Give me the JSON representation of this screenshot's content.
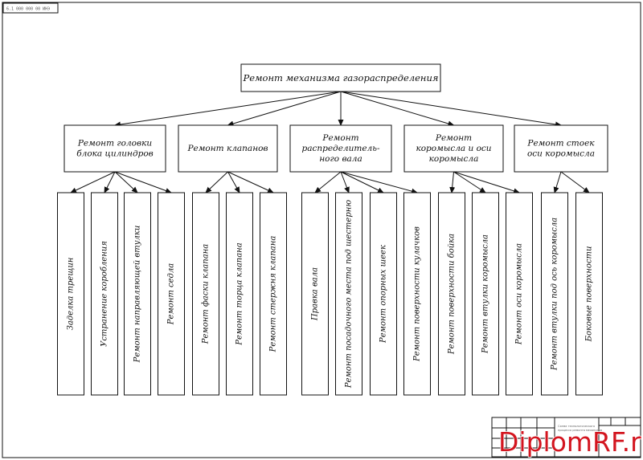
{
  "stamp_code": "6.1 000 000 00 ИНЭ",
  "root": "Ремонт механизма газораспределения",
  "categories": [
    {
      "lines": [
        "Ремонт головки",
        "блока цилиндров"
      ],
      "leaves": [
        "Заделка трещин",
        "Устранение коробления",
        "Ремонт направляющей втулки",
        "Ремонт седла"
      ]
    },
    {
      "lines": [
        "Ремонт клапанов"
      ],
      "leaves": [
        "Ремонт фаски клапана",
        "Ремонт торца клапана",
        "Ремонт стержня клапана"
      ]
    },
    {
      "lines": [
        "Ремонт",
        "распределитель-",
        "ного вала"
      ],
      "leaves": [
        "Правка вала",
        "Ремонт посадочного места под шестерню",
        "Ремонт опорных шеек",
        "Ремонт поверхности кулачков"
      ]
    },
    {
      "lines": [
        "Ремонт",
        "коромысла и оси",
        "коромысла"
      ],
      "leaves": [
        "Ремонт поверхности бойка",
        "Ремонт втулки коромысла",
        "Ремонт оси коромысла"
      ]
    },
    {
      "lines": [
        "Ремонт стоек",
        "оси коромысла"
      ],
      "leaves": [
        "Ремонт втулки под ось коромысла",
        "Боковые поверхности"
      ]
    }
  ],
  "title_block": {
    "line1": "Схема технологического",
    "line2": "процесса ремонта механизма"
  },
  "watermark": "DiplomRF.ru"
}
